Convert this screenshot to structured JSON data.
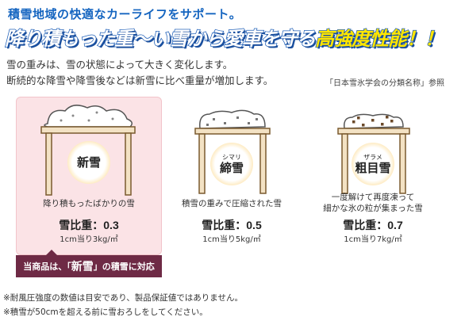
{
  "heading": {
    "line1": "積雪地域の快適なカーライフをサポート。",
    "line2_main": "降り積もった重〜い雪から愛車を守る",
    "line2_highlight": "高強度性能！！"
  },
  "intro": {
    "line1": "雪の重みは、雪の状態によって大きく変化します。",
    "line2": "断続的な降雪や降雪後などは新雪に比べ重量が増加します。"
  },
  "reference": "「日本雪氷学会の分類名称」参照",
  "cards": [
    {
      "ruby": "",
      "name": "新雪",
      "desc1": "降り積もったばかりの雪",
      "desc2": "",
      "ratio": "雪比重：0.3",
      "weight": "1cm当り3kg/㎡"
    },
    {
      "ruby": "シマリ",
      "name": "締雪",
      "desc1": "積雪の重みで圧縮された雪",
      "desc2": "",
      "ratio": "雪比重：0.5",
      "weight": "1cm当り5kg/㎡"
    },
    {
      "ruby": "ザラメ",
      "name": "粗目雪",
      "desc1": "一度解けて再度凍って",
      "desc2": "細かな氷の粒が集まった雪",
      "ratio": "雪比重：0.7",
      "weight": "1cm当り7kg/㎡"
    }
  ],
  "tag": {
    "prefix": "当商品は、「",
    "strong": "新雪",
    "suffix": "」の積雪に対応"
  },
  "notes": [
    "※耐風圧強度の数値は目安であり、製品保証値ではありません。",
    "※積雪が50cmを超える前に雪おろしをしてください。"
  ],
  "colors": {
    "accent_blue": "#1e5fb8",
    "highlight_yellow": "#ffe600",
    "tag_bg": "#6e2a45",
    "card_pink": "#fbe3e6",
    "frame_brown": "#7a5a2f"
  }
}
